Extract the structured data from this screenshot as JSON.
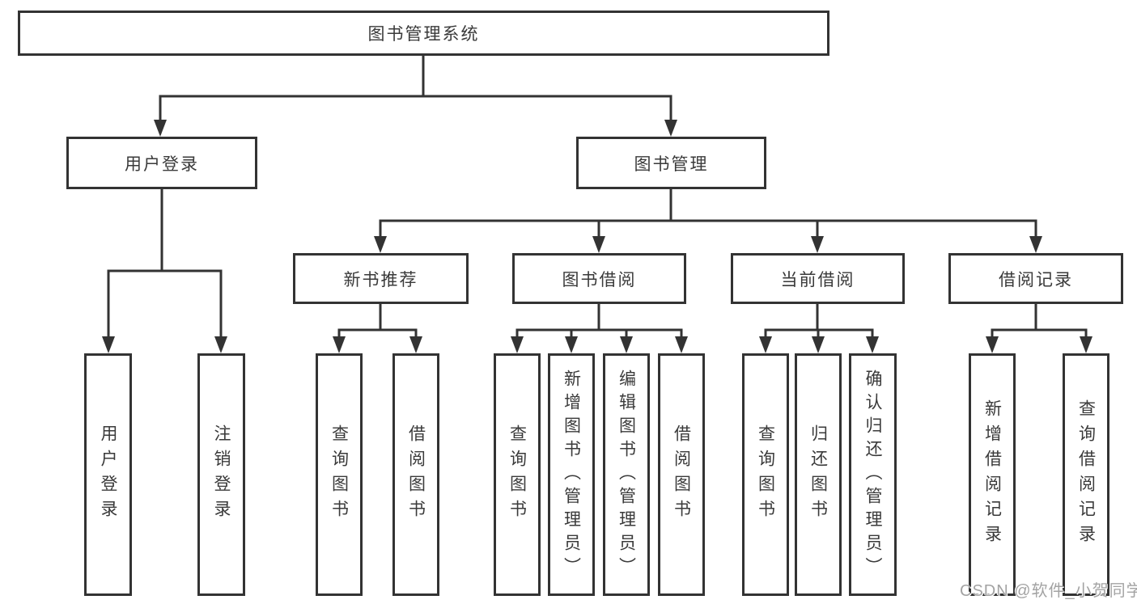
{
  "diagram": {
    "root": "图书管理系统",
    "user_login": {
      "label": "用户登录",
      "children": [
        "用户登录",
        "注销登录"
      ]
    },
    "book_mgmt": {
      "label": "图书管理",
      "sections": [
        {
          "label": "新书推荐",
          "children": [
            "查询图书",
            "借阅图书"
          ]
        },
        {
          "label": "图书借阅",
          "children": [
            "查询图书",
            "新增图书（管理员）",
            "编辑图书（管理员）",
            "借阅图书"
          ]
        },
        {
          "label": "当前借阅",
          "children": [
            "查询图书",
            "归还图书",
            "确认归还（管理员）"
          ]
        },
        {
          "label": "借阅记录",
          "children": [
            "新增借阅记录",
            "查询借阅记录"
          ]
        }
      ]
    }
  },
  "watermark": {
    "text": "CSDN @软件_小贺同学"
  },
  "colors": {
    "line": "#333333",
    "text": "#3a3a3a",
    "watermark": "#a3a3a3",
    "background": "#ffffff"
  }
}
